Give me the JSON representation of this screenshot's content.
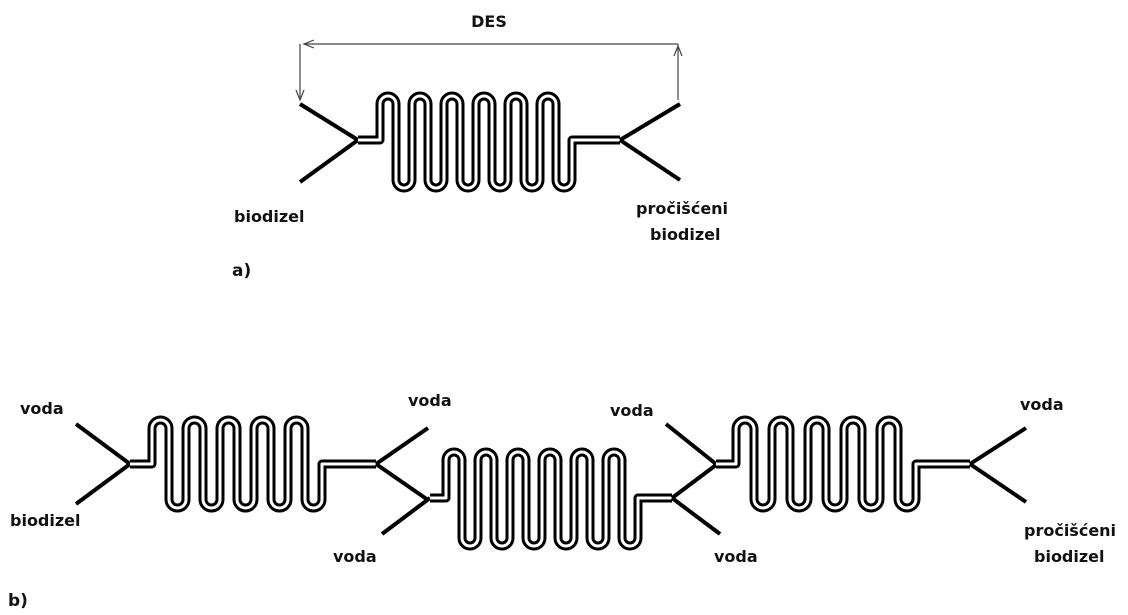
{
  "diagram": {
    "part_a": {
      "dimension_label": "DES",
      "inlet_label": "biodizel",
      "outlet_label_line1": "pročišćeni",
      "outlet_label_line2": "biodizel",
      "panel_label": "a)"
    },
    "part_b": {
      "panel_label": "b)",
      "stage1": {
        "inlet_top": "voda",
        "inlet_bottom": "biodizel",
        "outlet_top": "voda"
      },
      "stage2": {
        "inlet_bottom": "voda",
        "outlet_bottom": "voda"
      },
      "stage3": {
        "inlet_top": "voda",
        "outlet_top": "voda",
        "outlet_bottom_line1": "pročišćeni",
        "outlet_bottom_line2": "biodizel"
      }
    }
  }
}
